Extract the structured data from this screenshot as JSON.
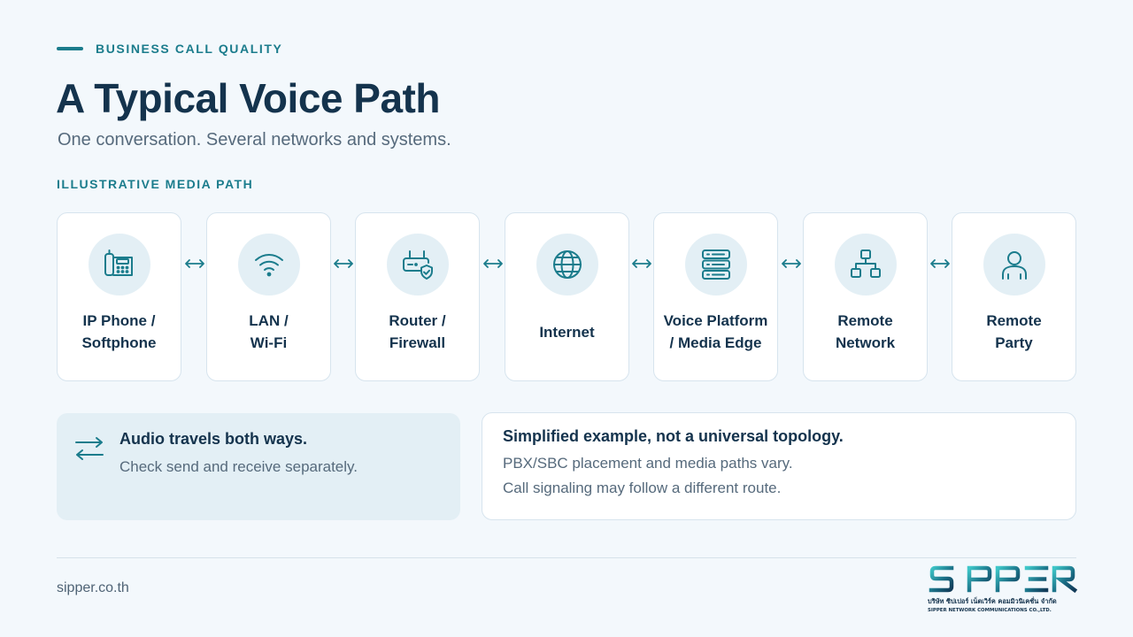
{
  "header": {
    "eyebrow": "BUSINESS CALL QUALITY",
    "title": "A Typical Voice Path",
    "subtitle": "One conversation. Several networks and systems."
  },
  "path": {
    "section_label": "ILLUSTRATIVE MEDIA PATH",
    "nodes": [
      {
        "label": "IP Phone /\nSoftphone",
        "icon": "phone-icon"
      },
      {
        "label": "LAN /\nWi-Fi",
        "icon": "wifi-icon"
      },
      {
        "label": "Router /\nFirewall",
        "icon": "router-shield-icon"
      },
      {
        "label": "Internet",
        "icon": "globe-icon"
      },
      {
        "label": "Voice Platform\n/ Media Edge",
        "icon": "server-stack-icon"
      },
      {
        "label": "Remote\nNetwork",
        "icon": "network-topology-icon"
      },
      {
        "label": "Remote\nParty",
        "icon": "person-icon"
      }
    ],
    "connector_icon": "bidirectional-arrow-icon"
  },
  "callouts": {
    "left": {
      "icon": "two-way-arrows-icon",
      "heading": "Audio travels both ways.",
      "body": "Check send and receive separately."
    },
    "right": {
      "heading": "Simplified example, not a universal topology.",
      "line1": "PBX/SBC placement and media paths vary.",
      "line2": "Call signaling may follow a different route."
    }
  },
  "footer": {
    "url": "sipper.co.th",
    "logo": {
      "wordmark": "SIPPER",
      "thai_name": "บริษัท ซิปเปอร์ เน็ตเวิร์ค คอมมิวนิเคชั่น จำกัด",
      "english_name": "SIPPER NETWORK COMMUNICATIONS CO.,LTD."
    }
  },
  "colors": {
    "accent": "#1b7c8c",
    "navy": "#14334d",
    "muted": "#566a7c",
    "background": "#f3f8fc",
    "icon_circle": "#e3eff5"
  }
}
